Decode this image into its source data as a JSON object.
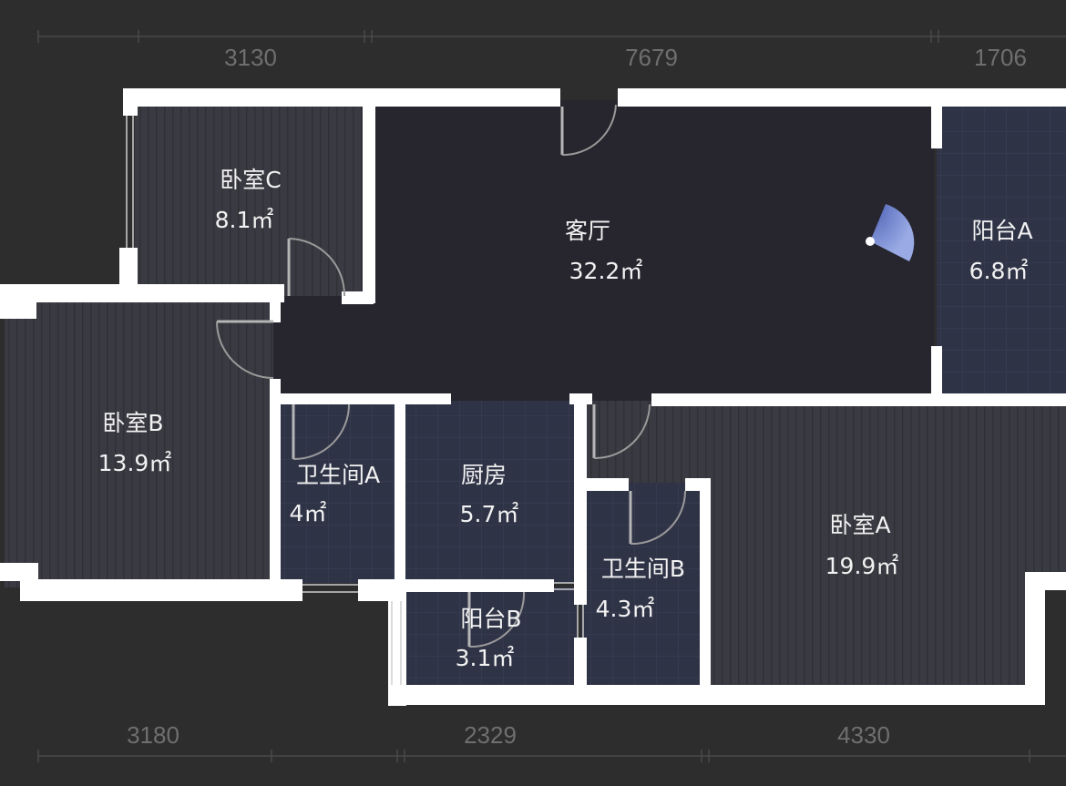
{
  "plan": {
    "dimensions_top": [
      "3130",
      "7679",
      "1706"
    ],
    "dimensions_bottom": [
      "3180",
      "2329",
      "4330"
    ],
    "rooms": [
      {
        "id": "bedroom-c",
        "name": "卧室C",
        "area": "8.1㎡"
      },
      {
        "id": "living-room",
        "name": "客厅",
        "area": "32.2㎡"
      },
      {
        "id": "balcony-a",
        "name": "阳台A",
        "area": "6.8㎡"
      },
      {
        "id": "bedroom-b",
        "name": "卧室B",
        "area": "13.9㎡"
      },
      {
        "id": "bathroom-a",
        "name": "卫生间A",
        "area": "4㎡"
      },
      {
        "id": "kitchen",
        "name": "厨房",
        "area": "5.7㎡"
      },
      {
        "id": "bedroom-a",
        "name": "卧室A",
        "area": "19.9㎡"
      },
      {
        "id": "bathroom-b",
        "name": "卫生间B",
        "area": "4.3㎡"
      },
      {
        "id": "balcony-b",
        "name": "阳台B",
        "area": "3.1㎡"
      }
    ]
  },
  "colors": {
    "background": "#2d2d2d",
    "living_floor": "#27262f",
    "wood_floor": "#3a3a42",
    "tile_floor": "#2f3346",
    "wall": "#ffffff",
    "dimension_text": "#6f6f6f",
    "viewpoint_cone": "#6f86d6"
  },
  "icons": {
    "viewpoint": "camera-viewpoint-icon"
  }
}
